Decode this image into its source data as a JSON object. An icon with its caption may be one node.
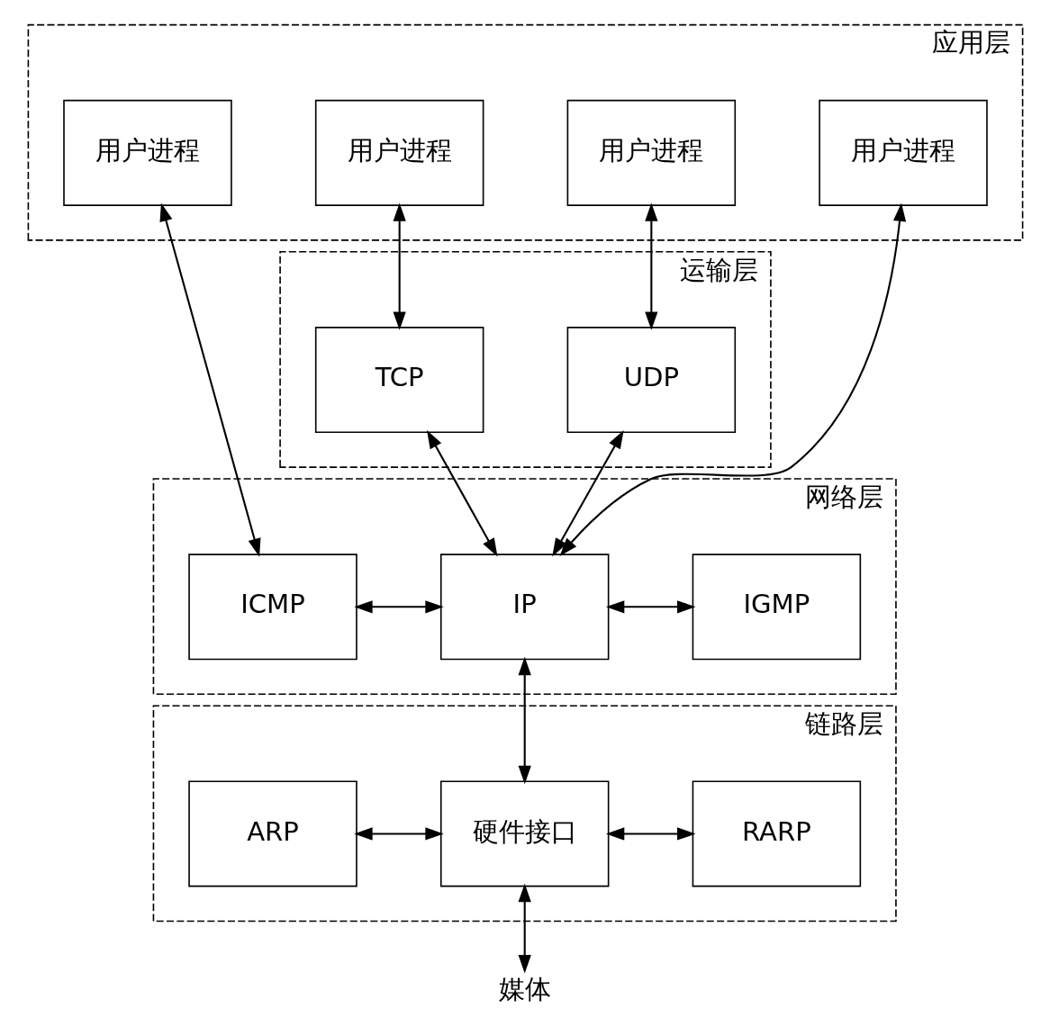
{
  "diagram": {
    "nodes": [
      {
        "text": [
          "应用层"
        ]
      },
      {
        "text": [
          "用户进程"
        ],
        "in": 0
      },
      {
        "text": [
          "用户进程"
        ],
        "in": 0
      },
      {
        "text": [
          "用户进程"
        ],
        "in": 0
      },
      {
        "text": [
          "用户进程"
        ],
        "in": 0
      },
      {
        "text": [
          "运输层"
        ]
      },
      {
        "text": [
          "TCP"
        ],
        "in": 5
      },
      {
        "text": [
          "UDP"
        ],
        "in": 5
      },
      {
        "text": [
          "网络层"
        ]
      },
      {
        "text": [
          "ICMP"
        ],
        "in": 8
      },
      {
        "text": [
          "IP"
        ],
        "in": 8
      },
      {
        "text": [
          "IGMP"
        ],
        "in": 8
      },
      {
        "text": [
          "链路层"
        ]
      },
      {
        "text": [
          "ARP"
        ],
        "in": 12
      },
      {
        "text": [
          "硬件接口"
        ],
        "in": 12
      },
      {
        "text": [
          "RARP"
        ],
        "in": 12
      },
      {
        "text": [
          "媒体"
        ]
      }
    ],
    "edges": [
      {
        "from": 1,
        "to": 9,
        "arrow": "both"
      },
      {
        "from": 2,
        "to": 6,
        "arrow": "both"
      },
      {
        "from": 3,
        "to": 10,
        "arrow": "both"
      },
      {
        "from": 4,
        "to": 7,
        "arrow": "both"
      },
      {
        "from": 6,
        "to": 10,
        "arrow": "both"
      },
      {
        "from": 7,
        "to": 10,
        "arrow": "both"
      },
      {
        "from": 9,
        "to": 10,
        "arrow": "both"
      },
      {
        "from": 10,
        "to": 11,
        "arrow": "both"
      },
      {
        "from": 10,
        "to": 14,
        "arrow": "both"
      },
      {
        "from": 13,
        "to": 14,
        "arrow": "both"
      },
      {
        "from": 14,
        "to": 15,
        "arrow": "both"
      },
      {
        "from": 14,
        "to": 16,
        "arrow": "both"
      }
    ]
  }
}
